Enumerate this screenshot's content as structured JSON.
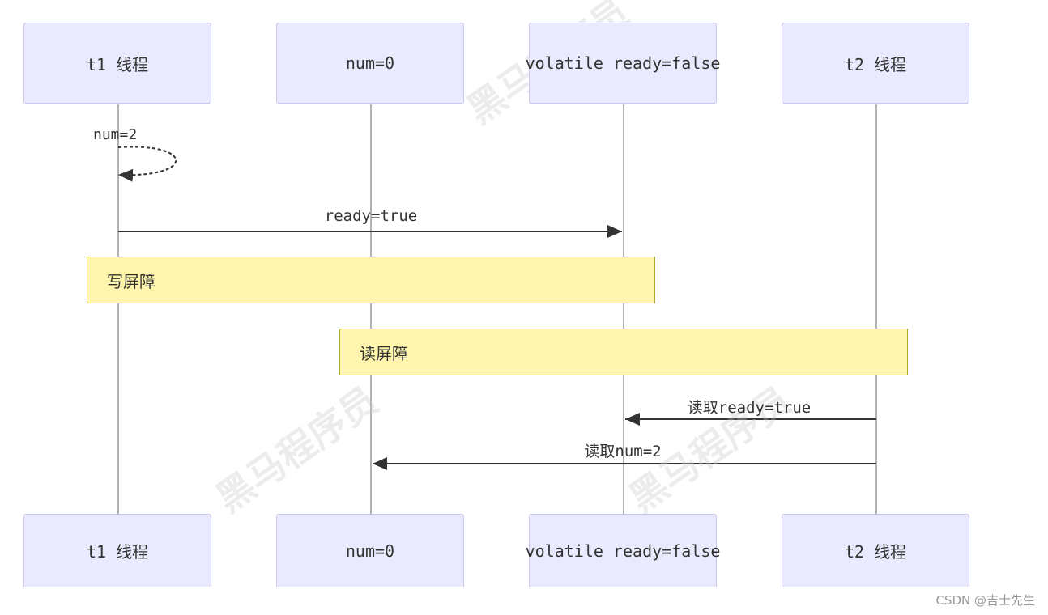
{
  "participants": [
    {
      "id": "t1",
      "label": "t1 线程"
    },
    {
      "id": "num",
      "label": "num=0"
    },
    {
      "id": "ready",
      "label": "volatile ready=false"
    },
    {
      "id": "t2",
      "label": "t2 线程"
    }
  ],
  "messages": [
    {
      "from": "t1",
      "to": "t1",
      "label": "num=2",
      "style": "dashed"
    },
    {
      "from": "t1",
      "to": "ready",
      "label": "ready=true",
      "style": "solid"
    },
    {
      "from": "t2",
      "to": "ready",
      "label": "读取ready=true",
      "style": "solid"
    },
    {
      "from": "t2",
      "to": "num",
      "label": "读取num=2",
      "style": "solid"
    }
  ],
  "notes": [
    {
      "label": "写屏障"
    },
    {
      "label": "读屏障"
    }
  ],
  "watermark": "黑马程序员",
  "credit": "CSDN @吉士先生",
  "colors": {
    "actor_fill": "#eaeaff",
    "actor_border": "#c8c8f0",
    "note_fill": "#fff5ad",
    "note_border": "#aaaa33",
    "line": "#333333"
  }
}
